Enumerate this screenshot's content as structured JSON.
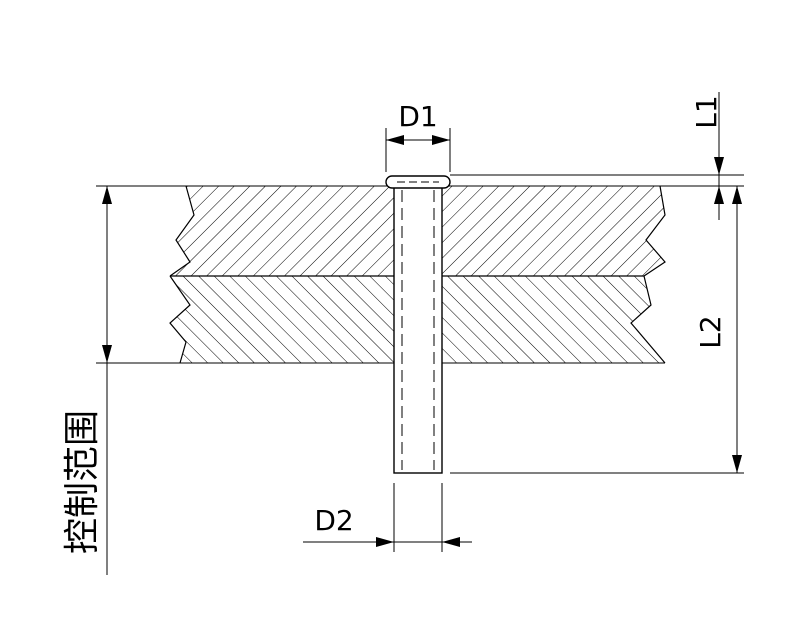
{
  "labels": {
    "d1": "D1",
    "d2": "D2",
    "l1": "L1",
    "l2": "L2",
    "grip_range": "控制范围"
  },
  "colors": {
    "line": "#000000",
    "background": "#ffffff"
  }
}
